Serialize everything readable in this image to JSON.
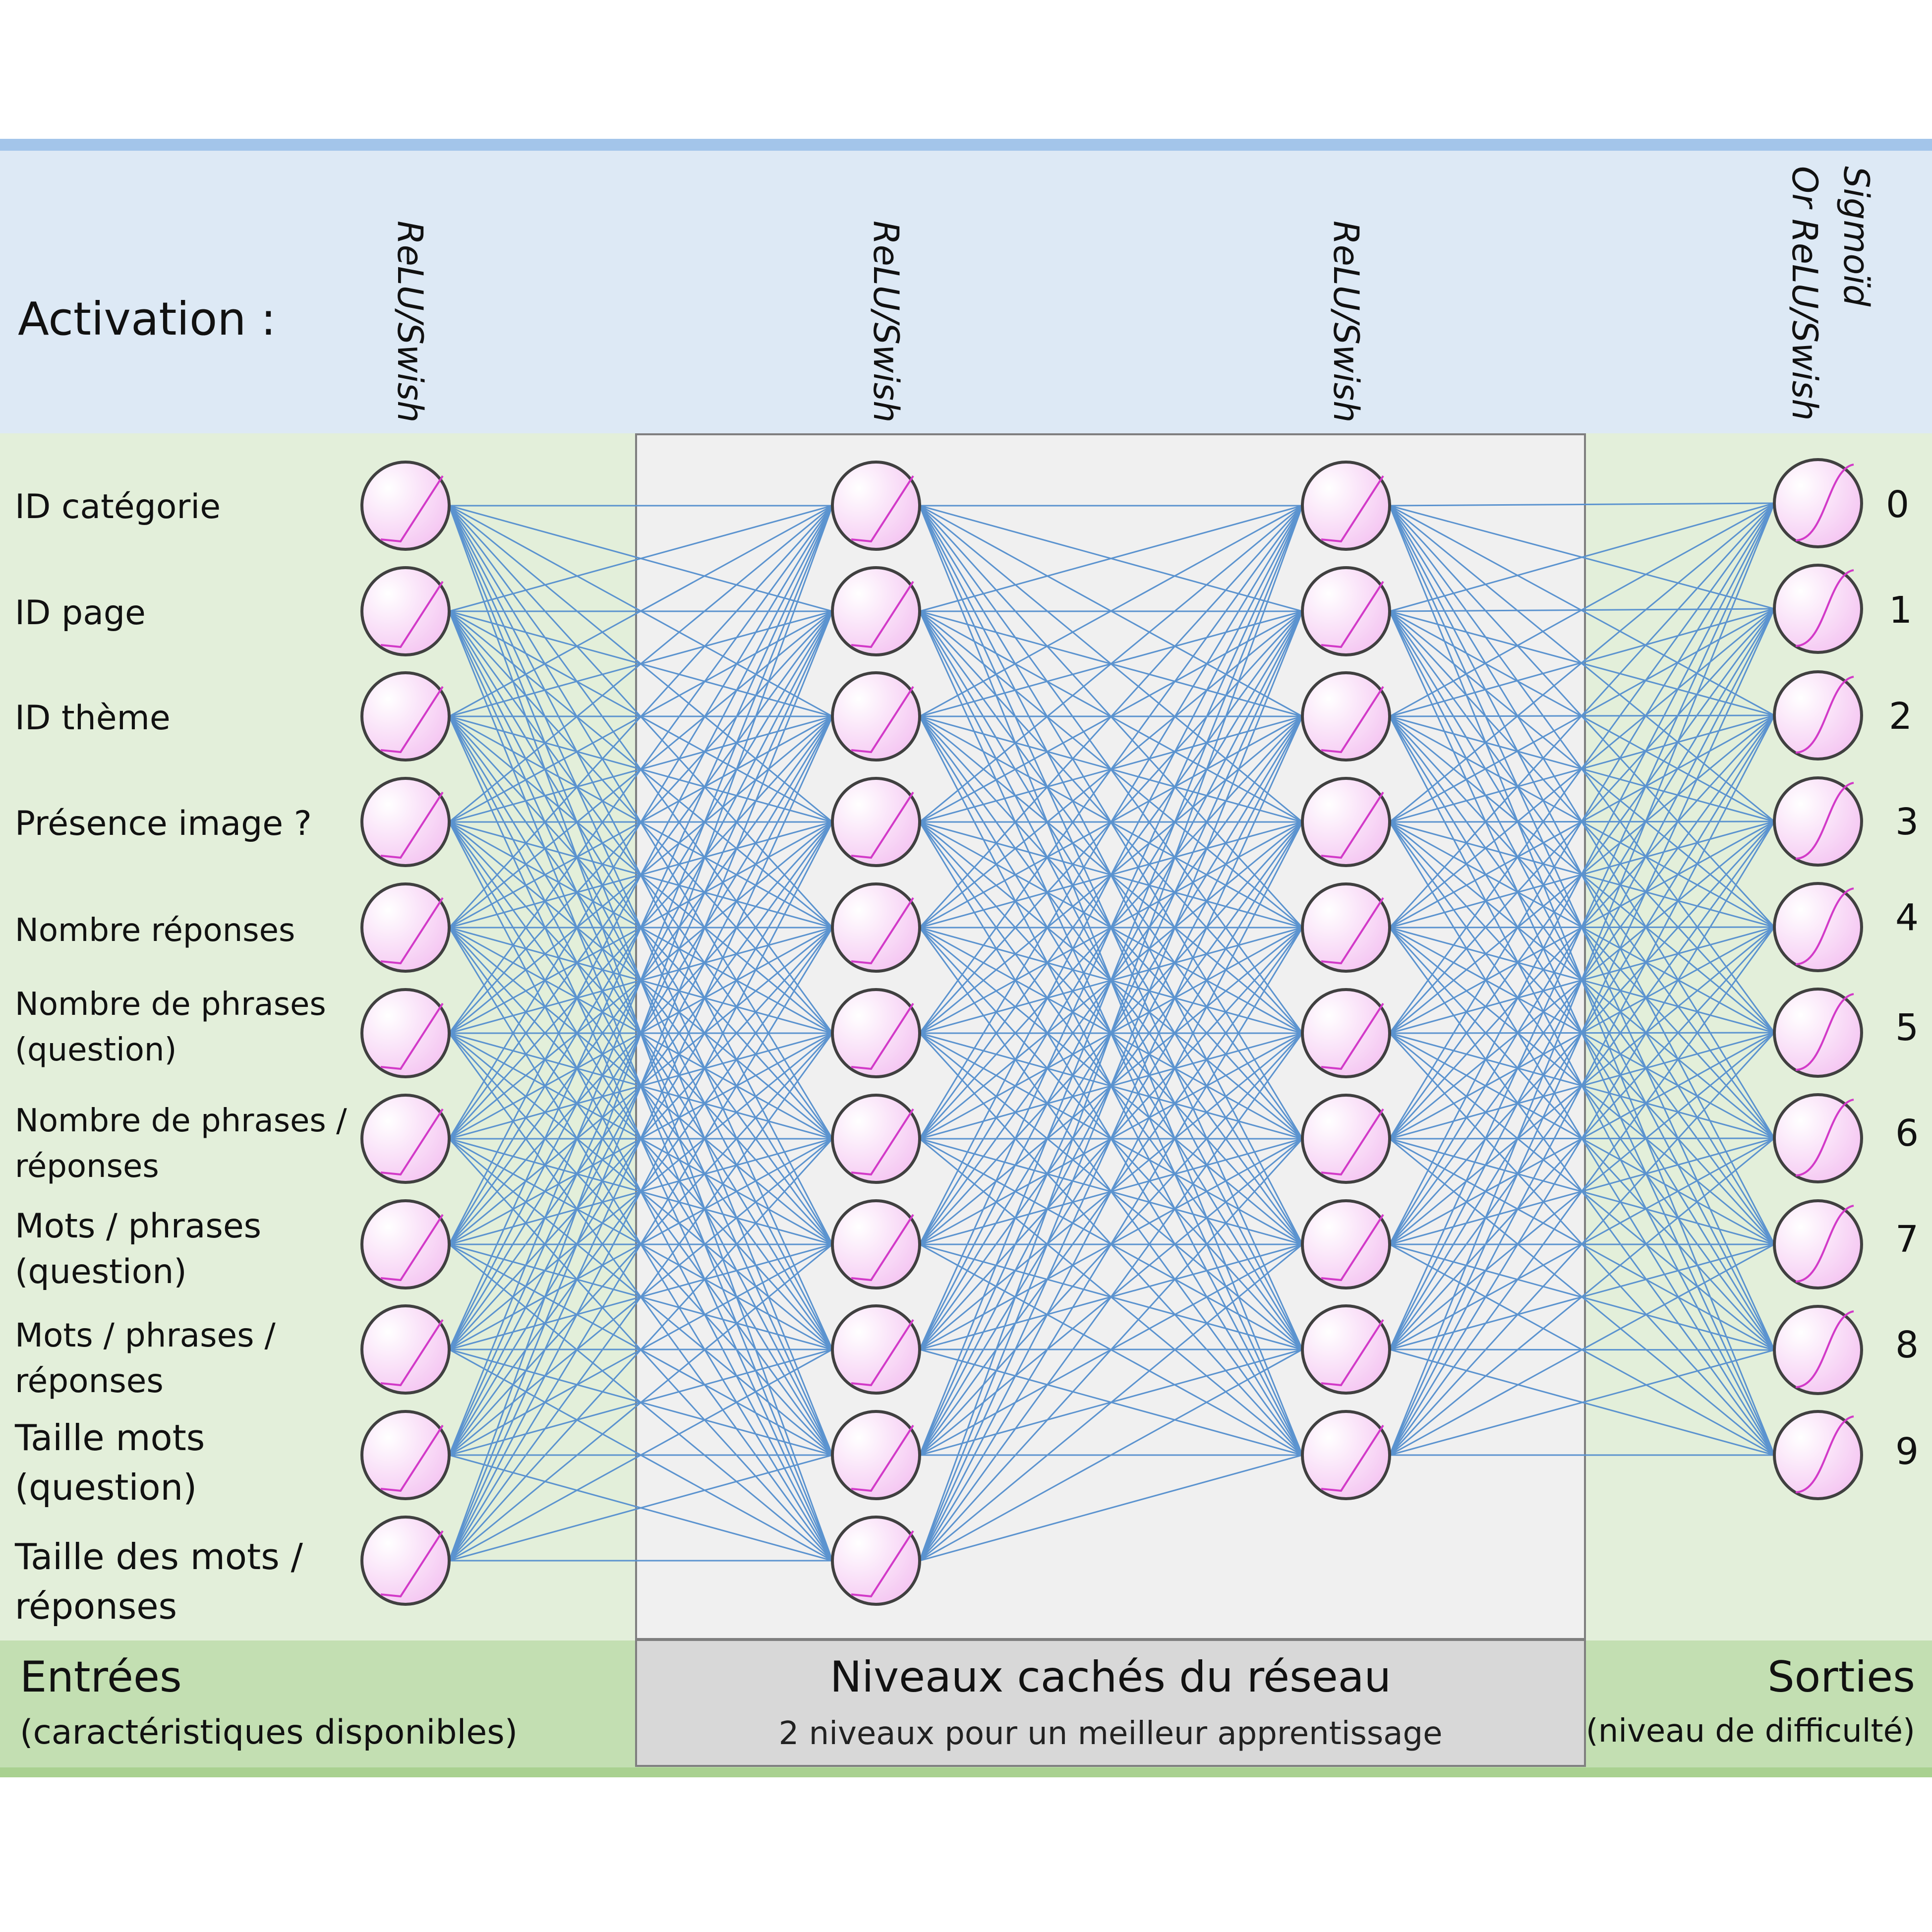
{
  "activation": {
    "title": "Activation :",
    "columns": [
      {
        "lines": [
          "ReLU/Swish"
        ]
      },
      {
        "lines": [
          "ReLU/Swish"
        ]
      },
      {
        "lines": [
          "ReLU/Swish"
        ]
      },
      {
        "lines": [
          "Sigmoïd",
          "Or ReLU/Swish"
        ]
      }
    ]
  },
  "inputs": {
    "labels": [
      [
        "ID catégorie"
      ],
      [
        "ID page"
      ],
      [
        "ID thème"
      ],
      [
        "Présence image ?"
      ],
      [
        "Nombre réponses"
      ],
      [
        "Nombre de phrases",
        "(question)"
      ],
      [
        "Nombre de phrases /",
        "réponses"
      ],
      [
        "Mots / phrases",
        "(question)"
      ],
      [
        "Mots / phrases /",
        "réponses"
      ],
      [
        "Taille mots",
        "(question)"
      ],
      [
        "Taille des mots /",
        "réponses"
      ]
    ]
  },
  "outputs": {
    "labels": [
      "0",
      "1",
      "2",
      "3",
      "4",
      "5",
      "6",
      "7",
      "8",
      "9"
    ]
  },
  "layers": [
    {
      "name": "input",
      "neurons": 11,
      "activation": "relu"
    },
    {
      "name": "hidden1",
      "neurons": 11,
      "activation": "relu"
    },
    {
      "name": "hidden2",
      "neurons": 10,
      "activation": "relu"
    },
    {
      "name": "output",
      "neurons": 10,
      "activation": "sigmoid"
    }
  ],
  "footer": {
    "inputs_title": "Entrées",
    "inputs_sub": "(caractéristiques disponibles)",
    "hidden_title": "Niveaux cachés du réseau",
    "hidden_sub": "2 niveaux pour un meilleur apprentissage",
    "outputs_title": "Sorties",
    "outputs_sub": "(niveau de difficulté)"
  },
  "colors": {
    "connection": "#5b93cf",
    "neuron_fill": "#ffffff",
    "neuron_gradient": "#f3bdf0",
    "curve": "#d23ac8",
    "neuron_border": "#404040"
  }
}
